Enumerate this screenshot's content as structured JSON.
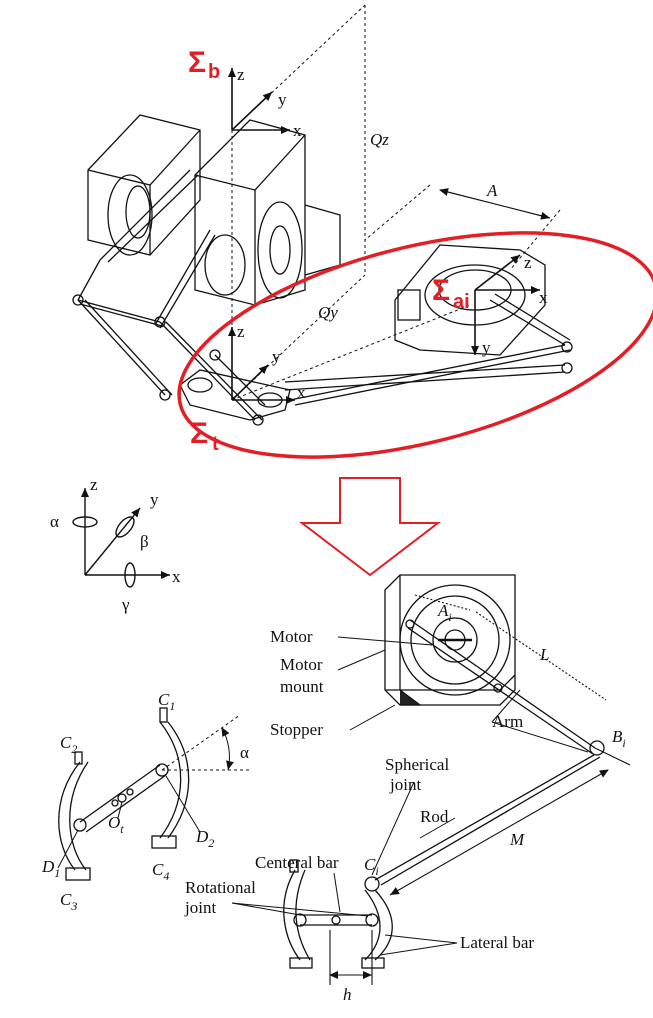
{
  "colors": {
    "accent": "#e31e24",
    "ink": "#111111"
  },
  "top": {
    "base_frame": {
      "symbol": "Σ",
      "subscript": "b"
    },
    "tool_frame": {
      "symbol": "Σ",
      "subscript": "t"
    },
    "arm_frame": {
      "symbol": "Σ",
      "subscript": "ai"
    },
    "axis_x": "x",
    "axis_y": "y",
    "axis_z": "z",
    "dim_qz": "Qz",
    "dim_qy": "Qy",
    "dim_a": "A"
  },
  "rotation_legend": {
    "alpha": "α",
    "beta": "β",
    "gamma": "γ",
    "x": "x",
    "y": "y",
    "z": "z"
  },
  "detail": {
    "motor": "Motor",
    "motor_mount_1": "Motor",
    "motor_mount_2": "mount",
    "stopper": "Stopper",
    "arm": "Arm",
    "spherical_1": "Spherical",
    "spherical_2": "joint",
    "rod": "Rod",
    "central_bar": "Centeral bar",
    "rotational_1": "Rotational",
    "rotational_2": "joint",
    "lateral_bar": "Lateral bar",
    "a_i": "A",
    "b_i": "B",
    "c_i": "C",
    "idx": "i",
    "dim_l": "L",
    "dim_m": "M",
    "dim_h": "h"
  },
  "platform": {
    "c1": "C",
    "c1s": "1",
    "c2": "C",
    "c2s": "2",
    "c3": "C",
    "c3s": "3",
    "c4": "C",
    "c4s": "4",
    "d1": "D",
    "d1s": "1",
    "d2": "D",
    "d2s": "2",
    "ot": "O",
    "ots": "t",
    "alpha": "α"
  }
}
